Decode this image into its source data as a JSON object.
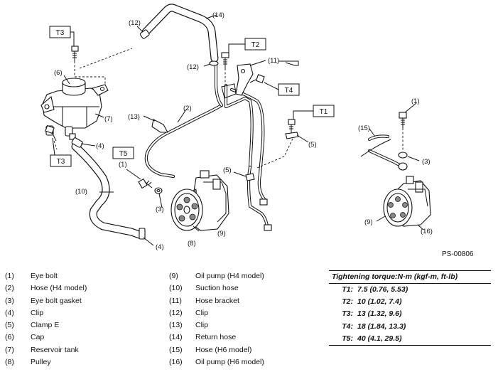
{
  "diagram": {
    "code": "PS-00806",
    "callouts": {
      "c1a": "(1)",
      "c1b": "(1)",
      "c2": "(2)",
      "c3a": "(3)",
      "c3b": "(3)",
      "c4a": "(4)",
      "c4b": "(4)",
      "c5a": "(5)",
      "c5b": "(5)",
      "c6": "(6)",
      "c7": "(7)",
      "c8": "(8)",
      "c9a": "(9)",
      "c9b": "(9)",
      "c10": "(10)",
      "c11": "(11)",
      "c12a": "(12)",
      "c12b": "(12)",
      "c13": "(13)",
      "c14": "(14)",
      "c15": "(15)",
      "c16": "(16)"
    },
    "torque_tags": {
      "t3a": "T3",
      "t3b": "T3",
      "t2": "T2",
      "t4": "T4",
      "t1": "T1",
      "t5": "T5"
    }
  },
  "legend_left": [
    {
      "num": "(1)",
      "label": "Eye bolt"
    },
    {
      "num": "(2)",
      "label": "Hose (H4 model)"
    },
    {
      "num": "(3)",
      "label": "Eye bolt gasket"
    },
    {
      "num": "(4)",
      "label": "Clip"
    },
    {
      "num": "(5)",
      "label": "Clamp E"
    },
    {
      "num": "(6)",
      "label": "Cap"
    },
    {
      "num": "(7)",
      "label": "Reservoir tank"
    },
    {
      "num": "(8)",
      "label": "Pulley"
    }
  ],
  "legend_mid": [
    {
      "num": "(9)",
      "label": "Oil pump (H4 model)"
    },
    {
      "num": "(10)",
      "label": "Suction hose"
    },
    {
      "num": "(11)",
      "label": "Hose bracket"
    },
    {
      "num": "(12)",
      "label": "Clip"
    },
    {
      "num": "(13)",
      "label": "Clip"
    },
    {
      "num": "(14)",
      "label": "Return hose"
    },
    {
      "num": "(15)",
      "label": "Hose (H6 model)"
    },
    {
      "num": "(16)",
      "label": "Oil pump (H6 model)"
    }
  ],
  "torque": {
    "title": "Tightening torque:N·m (kgf-m, ft-lb)",
    "rows": [
      {
        "key": "T1:",
        "value": "7.5 (0.76, 5.53)"
      },
      {
        "key": "T2:",
        "value": "10 (1.02, 7.4)"
      },
      {
        "key": "T3:",
        "value": "13 (1.32, 9.6)"
      },
      {
        "key": "T4:",
        "value": "18 (1.84, 13.3)"
      },
      {
        "key": "T5:",
        "value": "40 (4.1, 29.5)"
      }
    ]
  }
}
